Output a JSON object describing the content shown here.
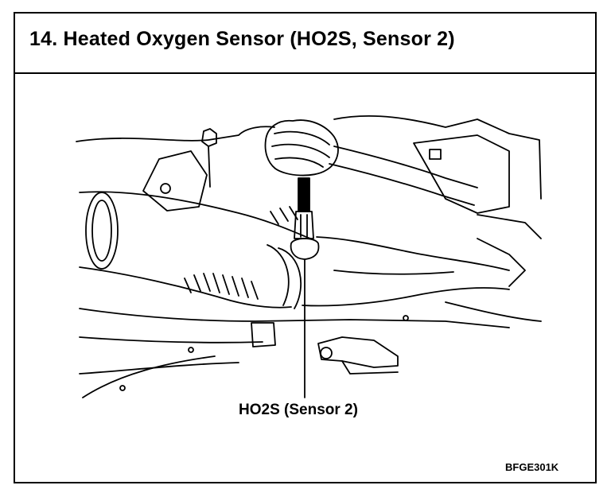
{
  "header": {
    "title": "14. Heated Oxygen Sensor (HO2S, Sensor 2)"
  },
  "illustration": {
    "callout_label": "HO2S (Sensor 2)",
    "figure_code": "BFGE301K"
  }
}
